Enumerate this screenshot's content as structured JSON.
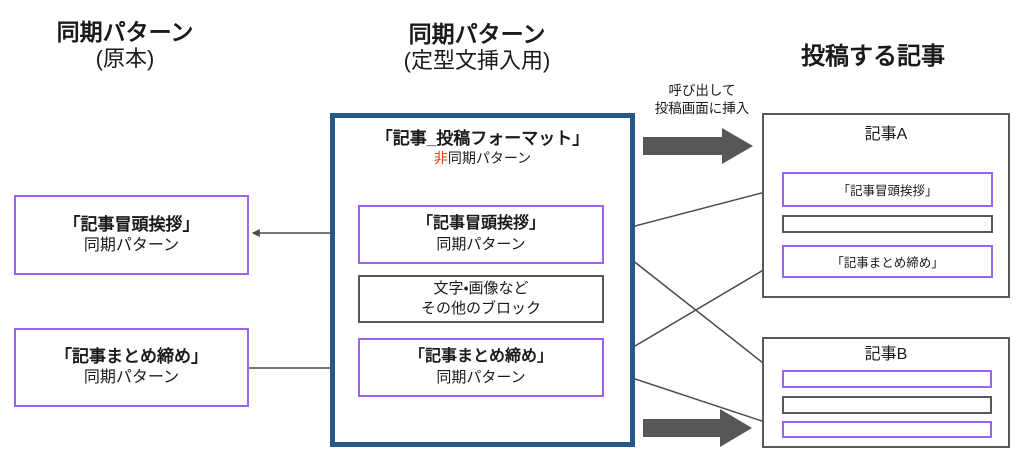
{
  "columns": {
    "left": {
      "title": "同期パターン",
      "subtitle": "(原本)"
    },
    "center": {
      "title": "同期パターン",
      "subtitle": "(定型文挿入用)"
    },
    "right": {
      "title": "投稿する記事"
    }
  },
  "source_patterns": [
    {
      "name": "「記事冒頭挨拶」",
      "type": "同期パターン"
    },
    {
      "name": "「記事まとめ締め」",
      "type": "同期パターン"
    }
  ],
  "format_box": {
    "title": "「記事_投稿フォーマット」",
    "subtitle_prefix": "非",
    "subtitle_rest": "同期パターン",
    "blocks": [
      {
        "name": "「記事冒頭挨拶」",
        "type": "同期パターン"
      },
      {
        "name": "文字・画像など",
        "type": "その他のブロック"
      },
      {
        "name": "「記事まとめ締め」",
        "type": "同期パターン"
      }
    ]
  },
  "insert_note": {
    "line1": "呼び出して",
    "line2": "投稿画面に挿入"
  },
  "articles": [
    {
      "title": "記事A",
      "blocks": [
        "「記事冒頭挨拶」",
        "",
        "「記事まとめ締め」"
      ]
    },
    {
      "title": "記事B",
      "blocks": [
        "",
        "",
        ""
      ]
    }
  ],
  "colors": {
    "purple_border": "#9c62f0",
    "navy_border": "#27568b",
    "gray_border": "#595959",
    "thin_arrow": "#4a4a4a",
    "big_arrow": "#575757",
    "red_accent": "#e8380d"
  }
}
